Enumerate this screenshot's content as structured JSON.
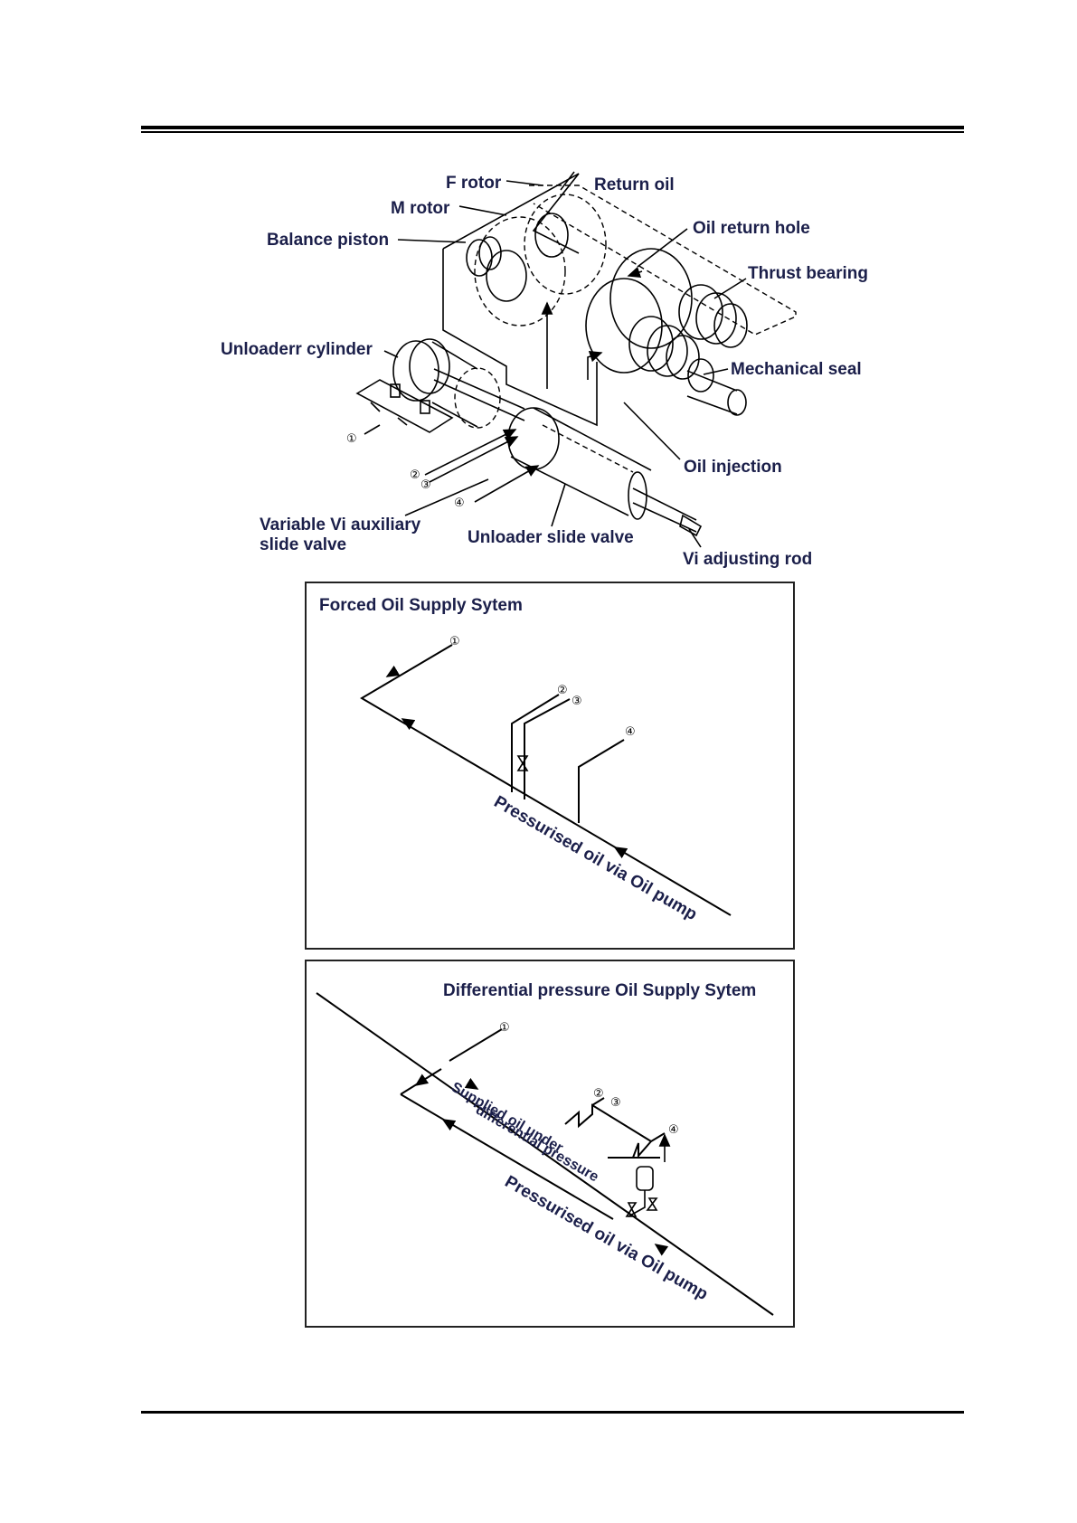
{
  "compressor_figure": {
    "labels": {
      "f_rotor": "F rotor",
      "m_rotor": "M rotor",
      "return_oil": "Return oil",
      "oil_return_hole": "Oil return hole",
      "balance_piston": "Balance piston",
      "thrust_bearing": "Thrust bearing",
      "unloader_cylinder": "Unloaderr cylinder",
      "mechanical_seal": "Mechanical seal",
      "oil_injection": "Oil injection",
      "variable_vi_line1": "Variable Vi auxiliary",
      "variable_vi_line2": "slide valve",
      "unloader_slide_valve": "Unloader slide valve",
      "vi_adjusting_rod": "Vi adjusting rod"
    },
    "markers": {
      "m1": "①",
      "m2": "②",
      "m3": "③",
      "m4": "④"
    }
  },
  "forced_panel": {
    "title": "Forced Oil Supply Sytem",
    "pipe_label": "Pressurised oil via Oil pump",
    "markers": {
      "m1": "①",
      "m2": "②",
      "m3": "③",
      "m4": "④"
    }
  },
  "differential_panel": {
    "title": "Differential pressure Oil Supply Sytem",
    "supplied_line1": "Supplied oil under",
    "supplied_line2": "differential pressure",
    "pipe_label": "Pressurised oil via Oil pump",
    "markers": {
      "m1": "①",
      "m2": "②",
      "m3": "③",
      "m4": "④"
    }
  }
}
